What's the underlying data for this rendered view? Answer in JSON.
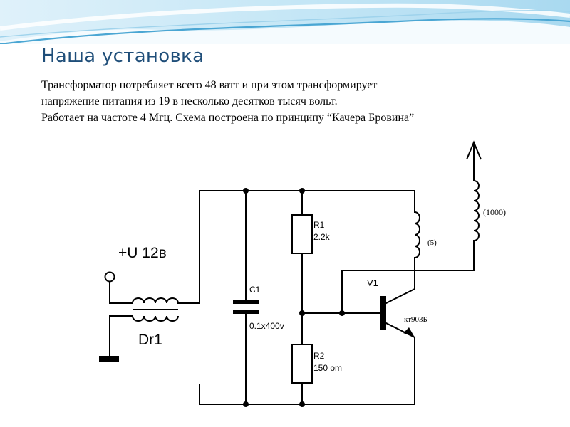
{
  "slide": {
    "title": "Наша установка",
    "body_lines": [
      "Трансформатор потребляет всего 48 ватт и при этом трансформирует",
      "напряжение питания из 19 в несколько десятков тысяч вольт.",
      "Работает на частоте 4 Мгц. Схема построена по принципу “Качера Бровина”"
    ]
  },
  "circuit": {
    "supply_label": "+U 12в",
    "choke_label": "Dr1",
    "capacitor_name": "C1",
    "capacitor_value": "0.1x400v",
    "r1_name": "R1",
    "r1_value": "2.2k",
    "r2_name": "R2",
    "r2_value": "150 om",
    "transistor_name": "V1",
    "transistor_part": "кт903Б",
    "primary_turns": "(5)",
    "secondary_turns": "(1000)"
  },
  "colors": {
    "title": "#1f4e79",
    "band_light": "#eaf6fc",
    "band_mid": "#b9e2f3",
    "band_accent": "#4aa6d3",
    "wire": "#000000"
  }
}
